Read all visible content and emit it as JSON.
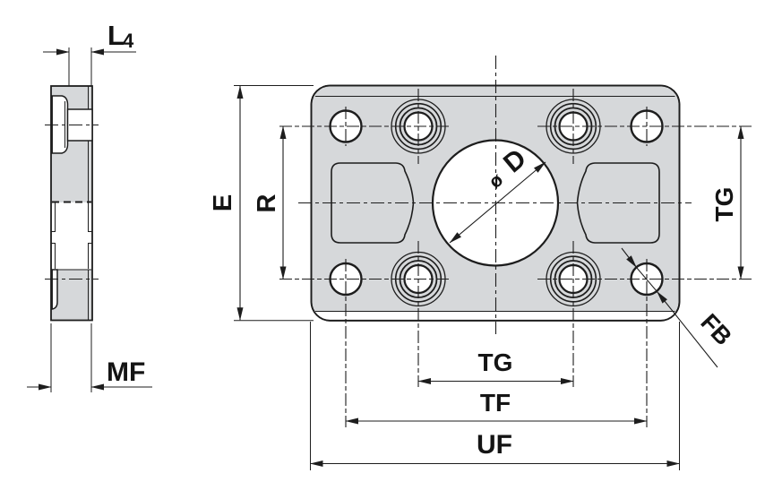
{
  "drawing": {
    "description": "Engineering dimension drawing of a cylinder mounting flange plate: side (section) view at left, front view at right",
    "colors": {
      "plate_fill": "#d6d8da",
      "line": "#1d1d1d",
      "background": "#ffffff"
    },
    "side_view": {
      "labels": {
        "l4_main": "L",
        "l4_sub": "4",
        "mf": "MF"
      }
    },
    "front_view": {
      "labels": {
        "e": "E",
        "r": "R",
        "tg_right": "TG",
        "tg_bottom": "TG",
        "tf": "TF",
        "uf": "UF",
        "fb": "FB",
        "dia_symbol": "ø",
        "dia_letter": "D"
      }
    }
  }
}
